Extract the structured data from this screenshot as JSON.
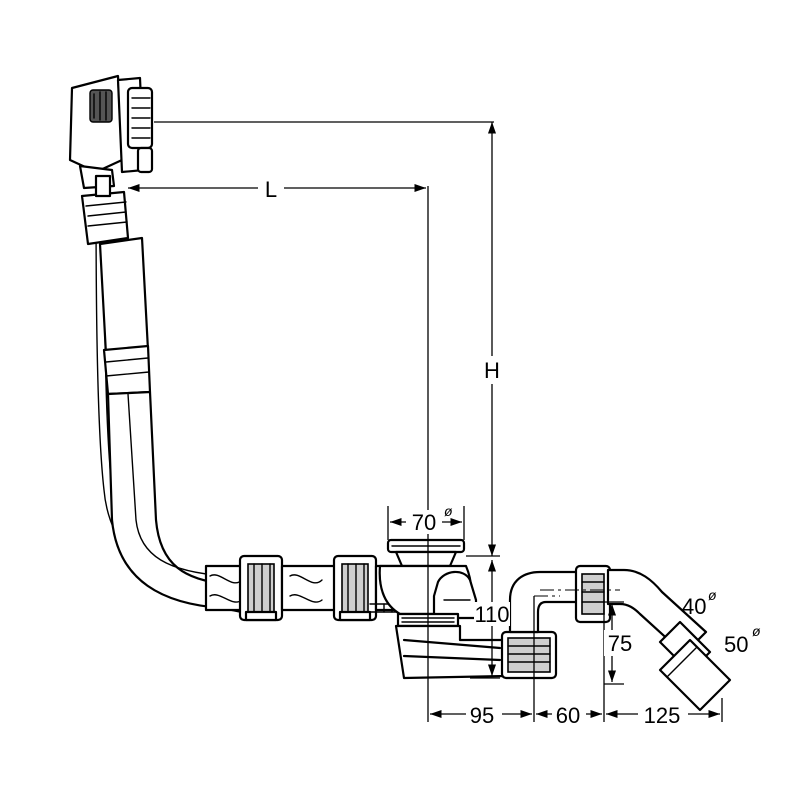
{
  "dimensions": {
    "length": "L",
    "height": "H",
    "drain_diameter": "70",
    "trap_height": "110",
    "outlet_height": "75",
    "offset_1": "95",
    "offset_2": "60",
    "offset_3": "125",
    "outlet_diameter_1": "40",
    "outlet_diameter_2": "50",
    "diameter_symbol": "ø"
  },
  "colors": {
    "line": "#000000",
    "background": "#ffffff",
    "shade": "#cfcfcf"
  }
}
